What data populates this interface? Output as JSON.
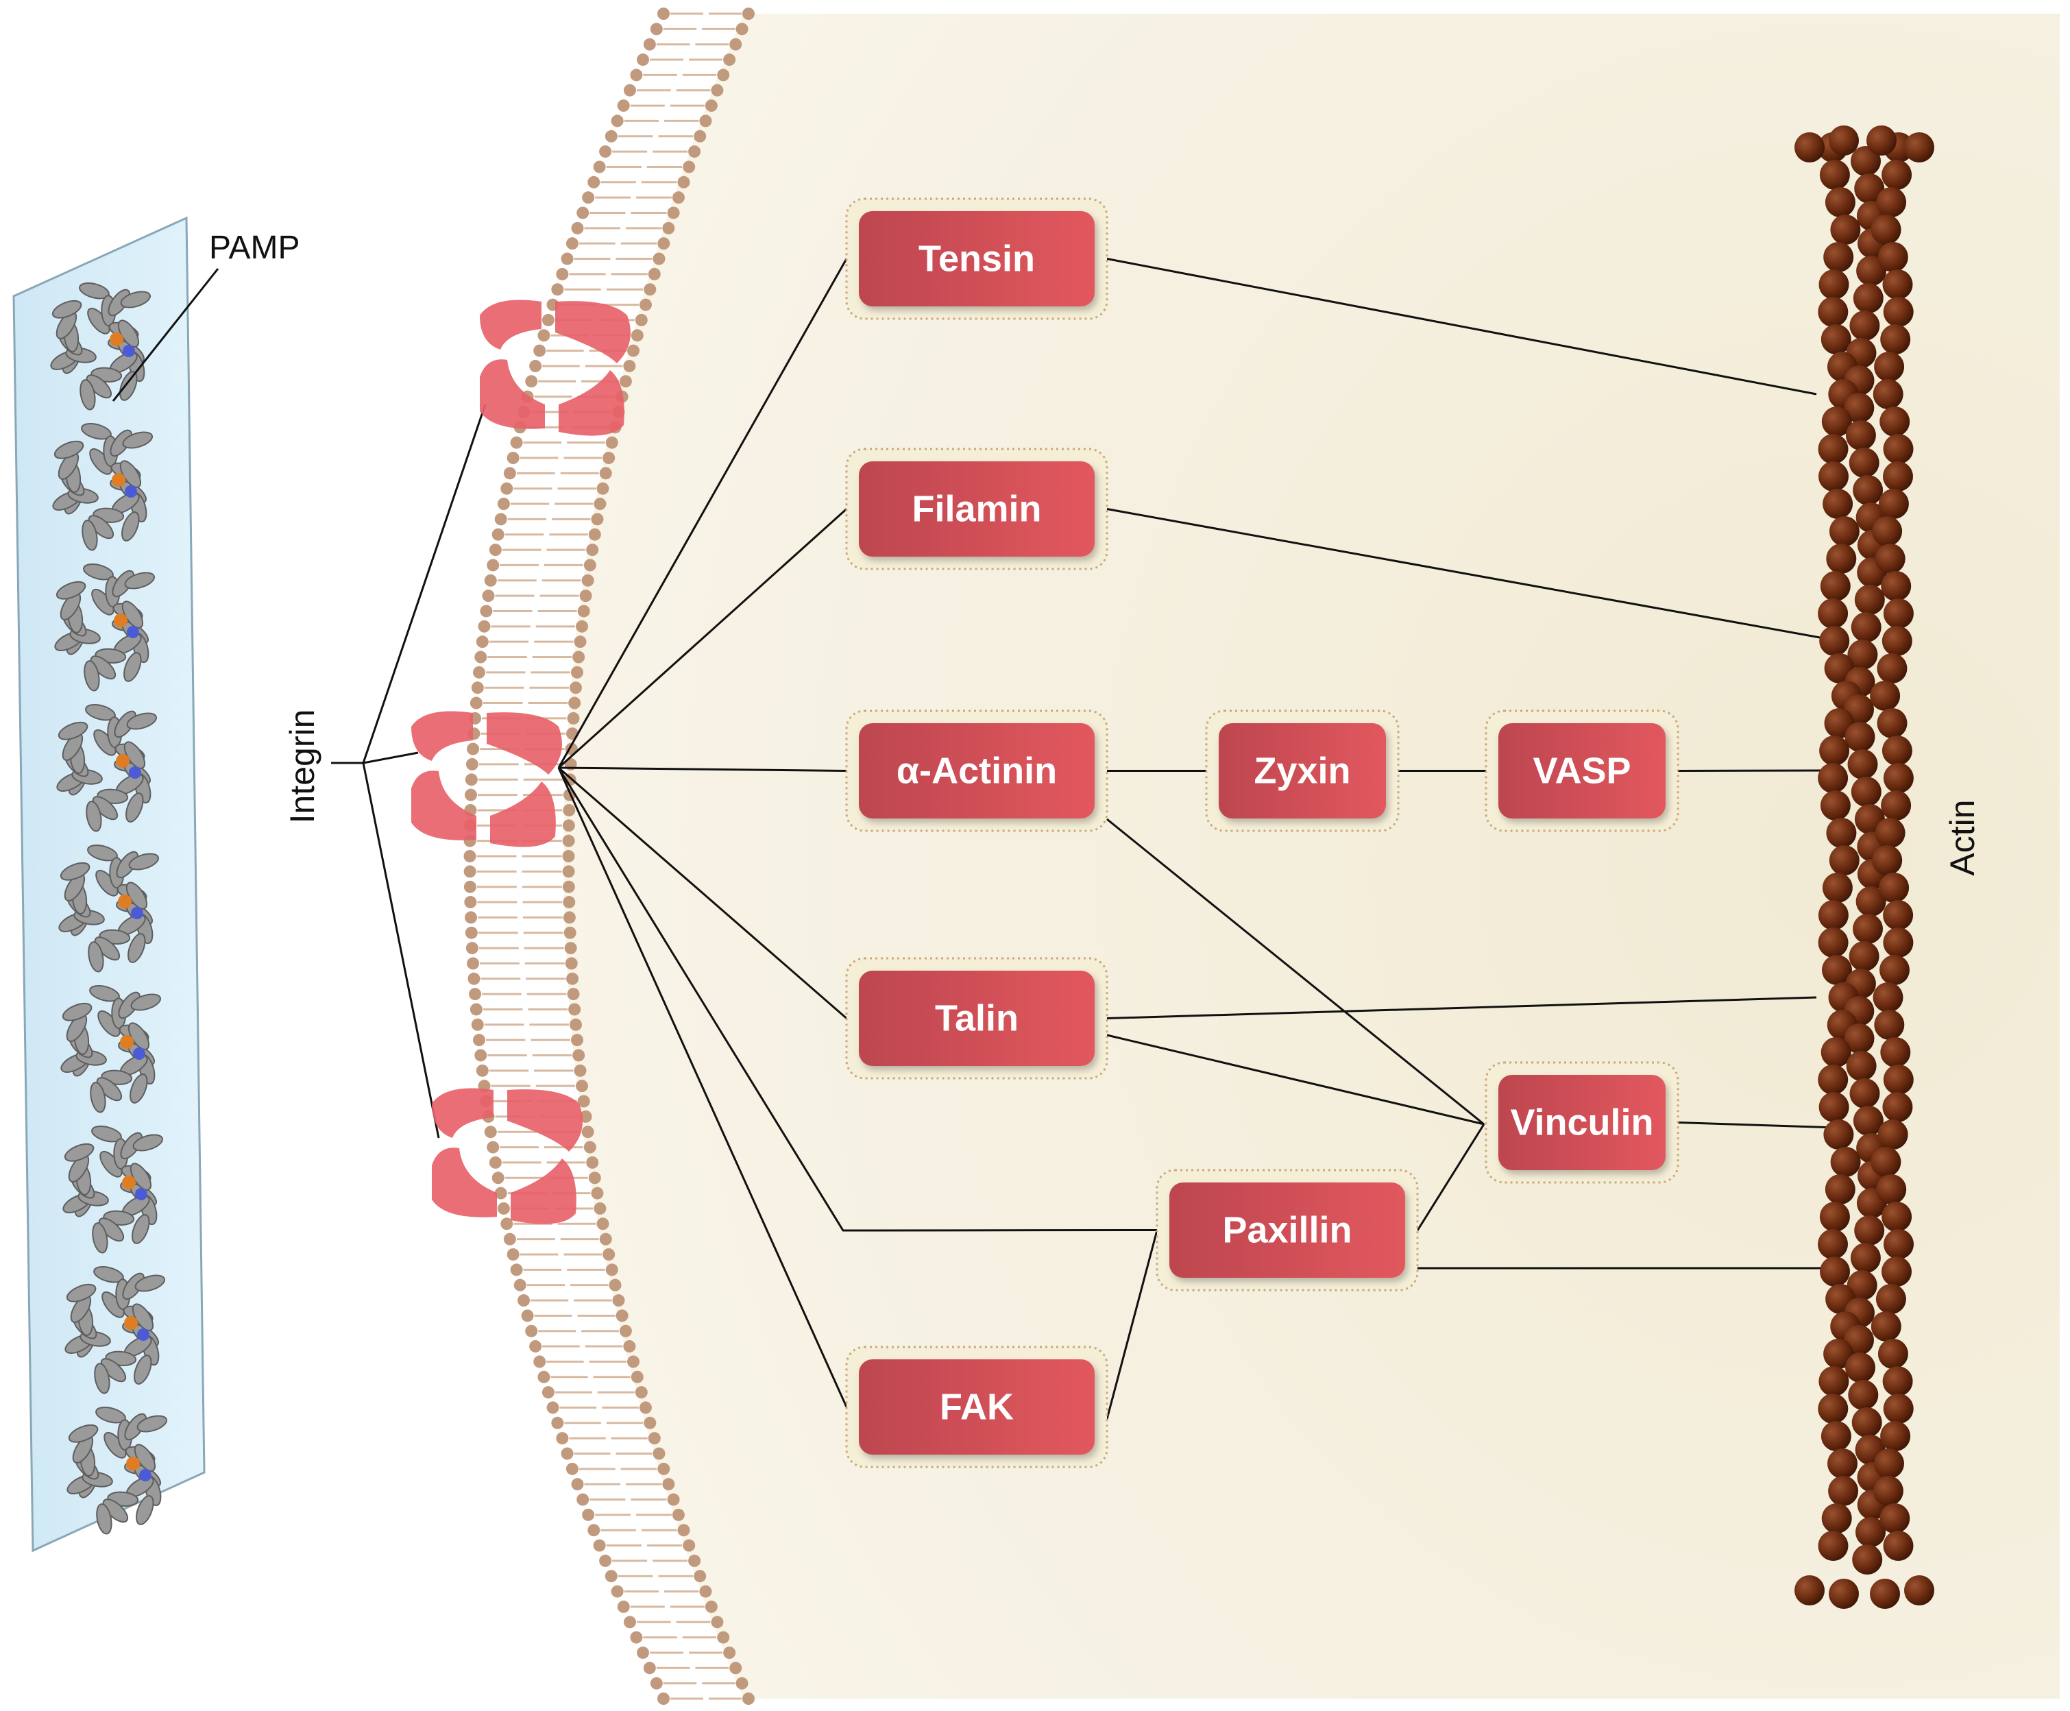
{
  "diagram": {
    "labels": {
      "pamp": "PAMP",
      "integrin": "Integrin",
      "actin": "Actin"
    },
    "nodes": [
      {
        "id": "tensin",
        "label": "Tensin"
      },
      {
        "id": "filamin",
        "label": "Filamin"
      },
      {
        "id": "actinin",
        "label": "α-Actinin"
      },
      {
        "id": "zyxin",
        "label": "Zyxin"
      },
      {
        "id": "vasp",
        "label": "VASP"
      },
      {
        "id": "talin",
        "label": "Talin"
      },
      {
        "id": "vinculin",
        "label": "Vinculin"
      },
      {
        "id": "paxillin",
        "label": "Paxillin"
      },
      {
        "id": "fak",
        "label": "FAK"
      }
    ],
    "edges": [
      [
        "integrin",
        "tensin"
      ],
      [
        "integrin",
        "filamin"
      ],
      [
        "integrin",
        "actinin"
      ],
      [
        "integrin",
        "talin"
      ],
      [
        "integrin",
        "paxillin"
      ],
      [
        "integrin",
        "fak"
      ],
      [
        "tensin",
        "actin"
      ],
      [
        "filamin",
        "actin"
      ],
      [
        "actinin",
        "zyxin"
      ],
      [
        "zyxin",
        "vasp"
      ],
      [
        "vasp",
        "actin"
      ],
      [
        "actinin",
        "vinculin"
      ],
      [
        "talin",
        "actin"
      ],
      [
        "talin",
        "vinculin"
      ],
      [
        "vinculin",
        "actin"
      ],
      [
        "paxillin",
        "vinculin"
      ],
      [
        "paxillin",
        "actin"
      ],
      [
        "fak",
        "paxillin"
      ]
    ],
    "colors": {
      "node_fill": "#d9545a",
      "node_fill_dark": "#b8434b",
      "node_border": "#c9a97a",
      "cytoplasm": "#f4eedd",
      "lipid_head": "#c19a7e",
      "integrin": "#e8626a",
      "actin": "#6e2c10",
      "ecm_panel": "#d8eef8"
    }
  }
}
